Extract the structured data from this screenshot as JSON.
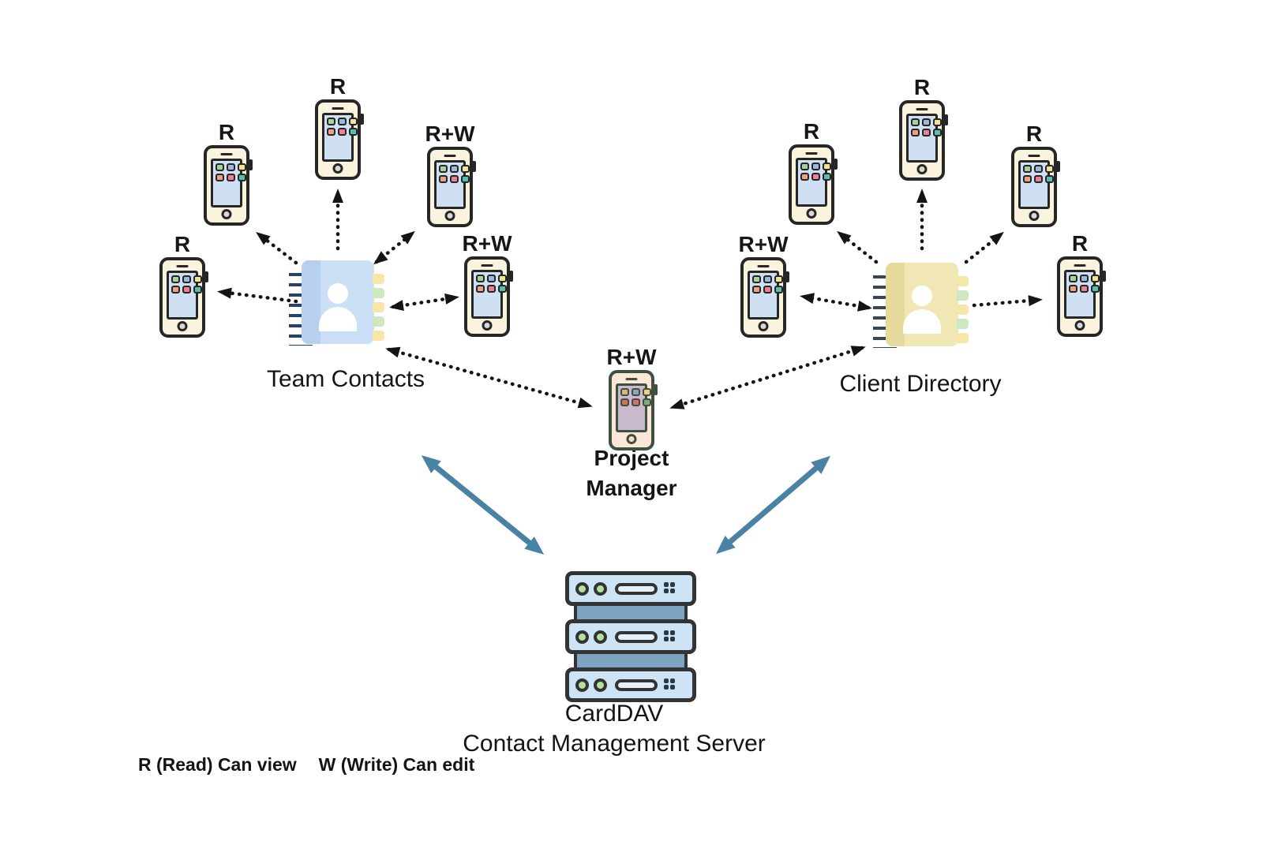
{
  "legend": {
    "read": "R (Read) Can view",
    "write": "W (Write) Can edit"
  },
  "server": {
    "name_line1": "CardDAV",
    "name_line2": "Contact Management Server"
  },
  "hubs": {
    "team": {
      "label": "Team Contacts"
    },
    "client": {
      "label": "Client Directory"
    }
  },
  "manager": {
    "line1": "Project",
    "line2": "Manager"
  },
  "phones": [
    {
      "id": "team-1",
      "permission": "R"
    },
    {
      "id": "team-2",
      "permission": "R"
    },
    {
      "id": "team-3",
      "permission": "R"
    },
    {
      "id": "team-4",
      "permission": "R+W"
    },
    {
      "id": "team-5",
      "permission": "R+W"
    },
    {
      "id": "client-1",
      "permission": "R+W"
    },
    {
      "id": "client-2",
      "permission": "R"
    },
    {
      "id": "client-3",
      "permission": "R"
    },
    {
      "id": "client-4",
      "permission": "R"
    },
    {
      "id": "client-5",
      "permission": "R"
    },
    {
      "id": "manager",
      "permission": "R+W",
      "variant": "manager"
    }
  ],
  "colors": {
    "arrow_black": "#141414",
    "arrow_blue": "#4a82a6",
    "team_cover": "#cbdff6",
    "client_cover": "#f1e7b4",
    "phone_body": "#faf3dd",
    "phone_screen": "#cfe0f2",
    "manager_body": "#fbe7d6",
    "manager_screen": "#c9bace",
    "server_fill": "#cde3f6",
    "server_led": "#b5e19c",
    "app_icons": [
      "#a5d39b",
      "#9db9dd",
      "#f3e394",
      "#efa07e",
      "#ec8099",
      "#57bfae"
    ],
    "manager_app_icons": [
      "#d8b77a",
      "#8fa6bd",
      "#ecd27f",
      "#d96b5f",
      "#dd6b70",
      "#7fae7d"
    ]
  }
}
